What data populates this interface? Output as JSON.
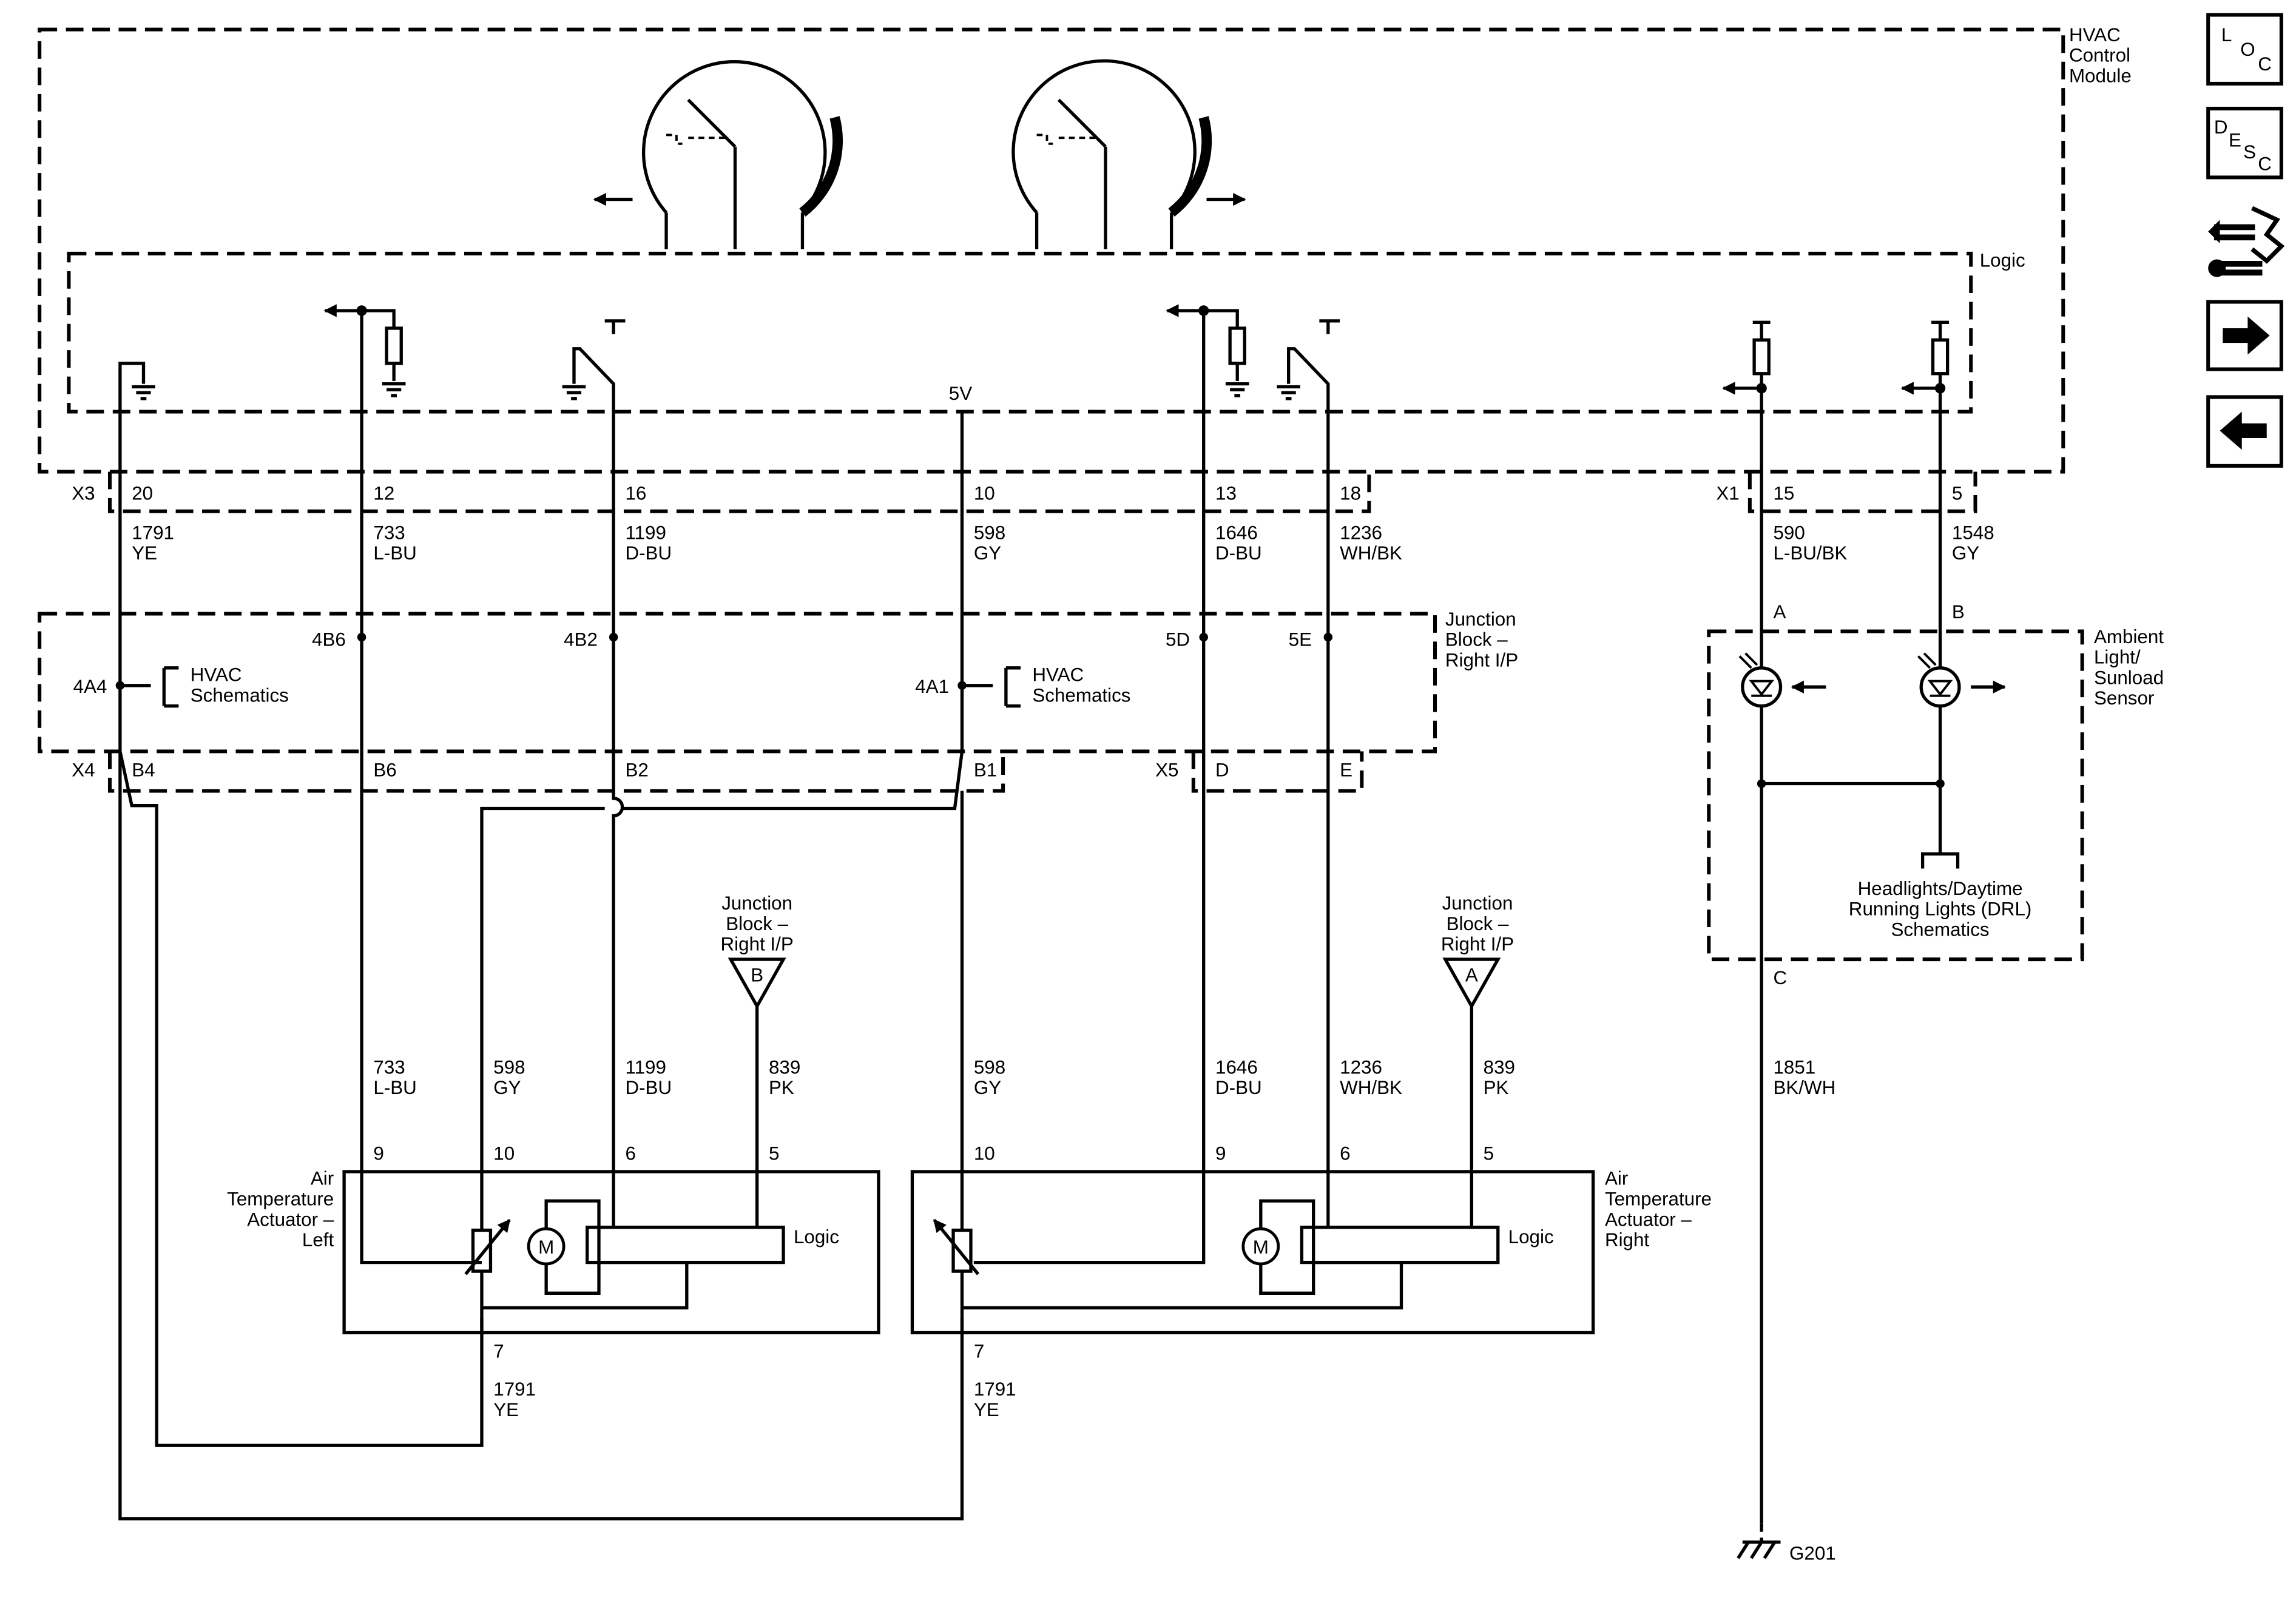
{
  "modules": {
    "hvac_control": "HVAC Control Module",
    "hvac_control_lines": [
      "HVAC",
      "Control",
      "Module"
    ],
    "logic": "Logic",
    "junction_block": [
      "Junction",
      "Block –",
      "Right I/P"
    ],
    "ambient_sensor": [
      "Ambient",
      "Light/",
      "Sunload",
      "Sensor"
    ],
    "actuator_left": [
      "Air",
      "Temperature",
      "Actuator –",
      "Left"
    ],
    "actuator_right": [
      "Air",
      "Temperature",
      "Actuator –",
      "Right"
    ],
    "actuator_logic": "Logic",
    "motor": "M",
    "headlights": [
      "Headlights/Daytime",
      "Running Lights (DRL)",
      "Schematics"
    ],
    "hvac_schematics": [
      "HVAC",
      "Schematics"
    ],
    "jb_ref_b": [
      "Junction",
      "Block –",
      "Right I/P"
    ],
    "jb_ref_a": [
      "Junction",
      "Block –",
      "Right I/P"
    ],
    "jb_ref_b_letter": "B",
    "jb_ref_a_letter": "A",
    "five_volt": "5V",
    "ground": "G201"
  },
  "connectors": {
    "x3": "X3",
    "x1": "X1",
    "x4": "X4",
    "x5": "X5"
  },
  "top_pins": [
    "20",
    "12",
    "16",
    "10",
    "13",
    "18",
    "15",
    "5"
  ],
  "top_wires": [
    {
      "circuit": "1791",
      "color": "YE"
    },
    {
      "circuit": "733",
      "color": "L-BU"
    },
    {
      "circuit": "1199",
      "color": "D-BU"
    },
    {
      "circuit": "598",
      "color": "GY"
    },
    {
      "circuit": "1646",
      "color": "D-BU"
    },
    {
      "circuit": "1236",
      "color": "WH/BK"
    },
    {
      "circuit": "590",
      "color": "L-BU/BK"
    },
    {
      "circuit": "1548",
      "color": "GY"
    }
  ],
  "jb_splices": [
    "4B6",
    "4B2",
    "5D",
    "5E",
    "4A4",
    "4A1"
  ],
  "jb_bottom_pins": [
    "B4",
    "B6",
    "B2",
    "B1",
    "D",
    "E"
  ],
  "sensor_pins": [
    "A",
    "B",
    "C"
  ],
  "lower_wires_left": [
    {
      "circuit": "733",
      "color": "L-BU"
    },
    {
      "circuit": "598",
      "color": "GY"
    },
    {
      "circuit": "1199",
      "color": "D-BU"
    },
    {
      "circuit": "839",
      "color": "PK"
    }
  ],
  "lower_wires_right": [
    {
      "circuit": "598",
      "color": "GY"
    },
    {
      "circuit": "1646",
      "color": "D-BU"
    },
    {
      "circuit": "1236",
      "color": "WH/BK"
    },
    {
      "circuit": "839",
      "color": "PK"
    }
  ],
  "ground_wire": {
    "circuit": "1851",
    "color": "BK/WH"
  },
  "actuator_left_pins": [
    "9",
    "10",
    "6",
    "5",
    "7"
  ],
  "actuator_right_pins": [
    "10",
    "9",
    "6",
    "5",
    "7"
  ],
  "actuator_bottom_wires": [
    {
      "circuit": "1791",
      "color": "YE"
    },
    {
      "circuit": "1791",
      "color": "YE"
    }
  ],
  "sidebar": {
    "loc": [
      "L",
      "O",
      "C"
    ],
    "desc": [
      "D",
      "E",
      "S",
      "C"
    ],
    "icons": [
      "loc-icon",
      "desc-icon",
      "connector-tool-icon",
      "next-arrow-icon",
      "previous-arrow-icon"
    ]
  }
}
